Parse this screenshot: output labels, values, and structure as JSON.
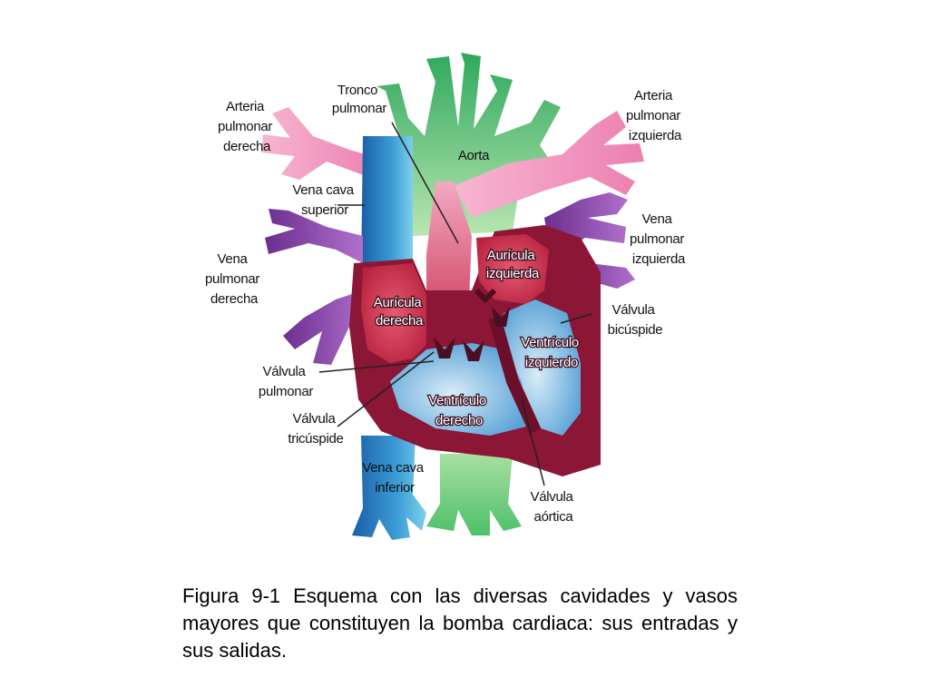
{
  "labels": {
    "tronco_pulmonar": [
      "Tronco",
      "pulmonar"
    ],
    "arteria_pulmonar_derecha": [
      "Arteria",
      "pulmonar",
      "derecha"
    ],
    "aorta": [
      "Aorta"
    ],
    "arteria_pulmonar_izquierda": [
      "Arteria",
      "pulmonar",
      "izquierda"
    ],
    "vena_cava_superior": [
      "Vena cava",
      "superior"
    ],
    "vena_pulmonar_izquierda": [
      "Vena",
      "pulmonar",
      "izquierda"
    ],
    "vena_pulmonar_derecha": [
      "Vena",
      "pulmonar",
      "derecha"
    ],
    "auricula_izquierda": [
      "Aurícula",
      "izquierda"
    ],
    "auricula_derecha": [
      "Aurícula",
      "derecha"
    ],
    "valvula_bicuspide": [
      "Válvula",
      "bicúspide"
    ],
    "ventriculo_izquierdo": [
      "Ventrículo",
      "izquierdo"
    ],
    "valvula_pulmonar": [
      "Válvula",
      "pulmonar"
    ],
    "ventriculo_derecho": [
      "Ventrículo",
      "derecho"
    ],
    "valvula_tricuspide": [
      "Válvula",
      "tricúspide"
    ],
    "vena_cava_inferior": [
      "Vena cava",
      "inferior"
    ],
    "valvula_aortica": [
      "Válvula",
      "aórtica"
    ]
  },
  "caption": "Figura 9-1 Esquema con las diversas cavidades y vasos mayores que constituyen la bomba cardiaca: sus entradas y sus salidas.",
  "colors": {
    "aorta": "#3fb36a",
    "pulmonary_artery": "#f29ac0",
    "vena_cava": "#2e86c8",
    "pulmonary_vein": "#9b4fb6",
    "myocardium": "#8b1636",
    "atrium": "#d83a55",
    "ventricle": "#8fc3e8",
    "valve": "#4a0f22"
  }
}
